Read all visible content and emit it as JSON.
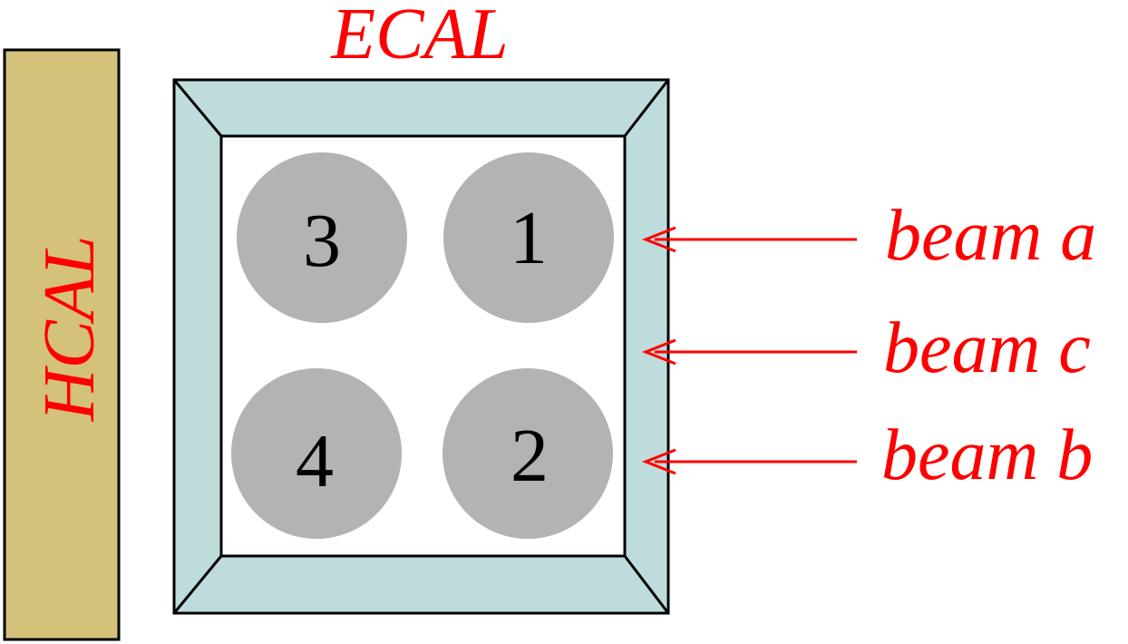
{
  "colors": {
    "label_red": "#ff0000",
    "hcal_fill": "#d4c17a",
    "ecal_frame_fill": "#bedcdc",
    "outline": "#000000",
    "crystal_fill": "#b3b3b3",
    "inner_fill": "#ffffff"
  },
  "labels": {
    "ecal": "ECAL",
    "hcal": "HCAL"
  },
  "crystals": [
    {
      "id": "3",
      "label": "3"
    },
    {
      "id": "1",
      "label": "1"
    },
    {
      "id": "4",
      "label": "4"
    },
    {
      "id": "2",
      "label": "2"
    }
  ],
  "beams": [
    {
      "id": "a",
      "label": "beam a"
    },
    {
      "id": "c",
      "label": "beam c"
    },
    {
      "id": "b",
      "label": "beam b"
    }
  ]
}
